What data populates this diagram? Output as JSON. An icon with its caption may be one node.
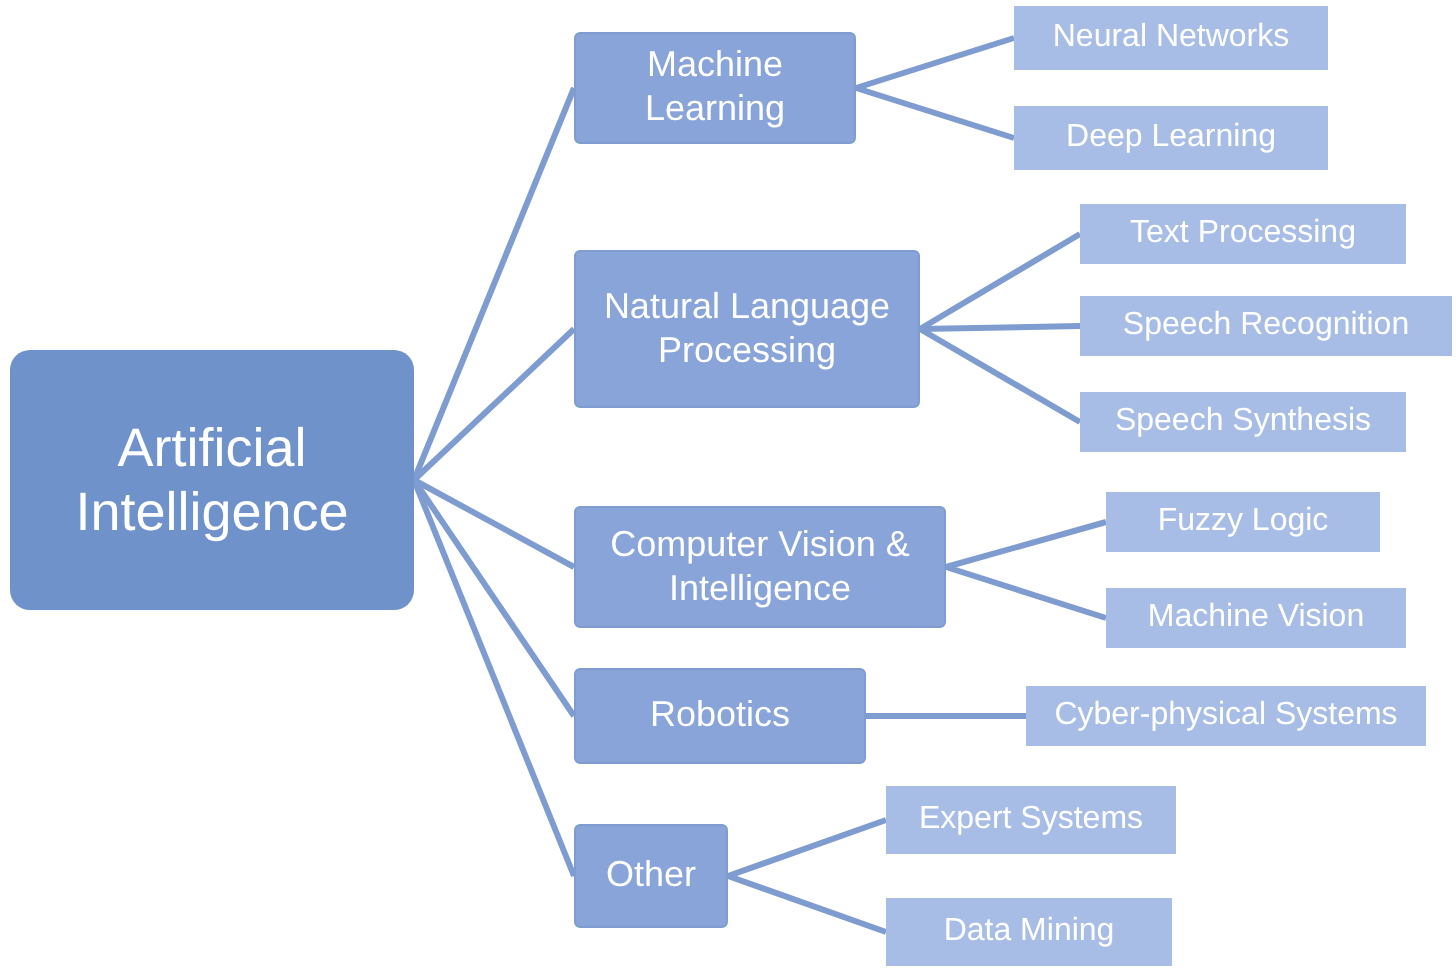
{
  "diagram": {
    "nodes": [
      {
        "text": [
          "Artificial Intelligence"
        ]
      },
      {
        "text": [
          "Machine Learning"
        ]
      },
      {
        "text": [
          "Neural Networks"
        ]
      },
      {
        "text": [
          "Deep Learning"
        ]
      },
      {
        "text": [
          "Natural Language Processing"
        ]
      },
      {
        "text": [
          "Text Processing"
        ]
      },
      {
        "text": [
          "Speech Recognition"
        ]
      },
      {
        "text": [
          "Speech Synthesis"
        ]
      },
      {
        "text": [
          "Computer Vision & Intelligence"
        ]
      },
      {
        "text": [
          "Fuzzy Logic"
        ]
      },
      {
        "text": [
          "Machine Vision"
        ]
      },
      {
        "text": [
          "Robotics"
        ]
      },
      {
        "text": [
          "Cyber-physical Systems"
        ]
      },
      {
        "text": [
          "Other"
        ]
      },
      {
        "text": [
          "Expert Systems"
        ]
      },
      {
        "text": [
          "Data Mining"
        ]
      }
    ],
    "edges": [
      {
        "from": 0,
        "to": 1,
        "arrow": "none"
      },
      {
        "from": 0,
        "to": 4,
        "arrow": "none"
      },
      {
        "from": 0,
        "to": 8,
        "arrow": "none"
      },
      {
        "from": 0,
        "to": 11,
        "arrow": "none"
      },
      {
        "from": 0,
        "to": 13,
        "arrow": "none"
      },
      {
        "from": 1,
        "to": 2,
        "arrow": "none"
      },
      {
        "from": 1,
        "to": 3,
        "arrow": "none"
      },
      {
        "from": 4,
        "to": 5,
        "arrow": "none"
      },
      {
        "from": 4,
        "to": 6,
        "arrow": "none"
      },
      {
        "from": 4,
        "to": 7,
        "arrow": "none"
      },
      {
        "from": 8,
        "to": 9,
        "arrow": "none"
      },
      {
        "from": 8,
        "to": 10,
        "arrow": "none"
      },
      {
        "from": 11,
        "to": 12,
        "arrow": "none"
      },
      {
        "from": 13,
        "to": 14,
        "arrow": "none"
      },
      {
        "from": 13,
        "to": 15,
        "arrow": "none"
      }
    ]
  }
}
